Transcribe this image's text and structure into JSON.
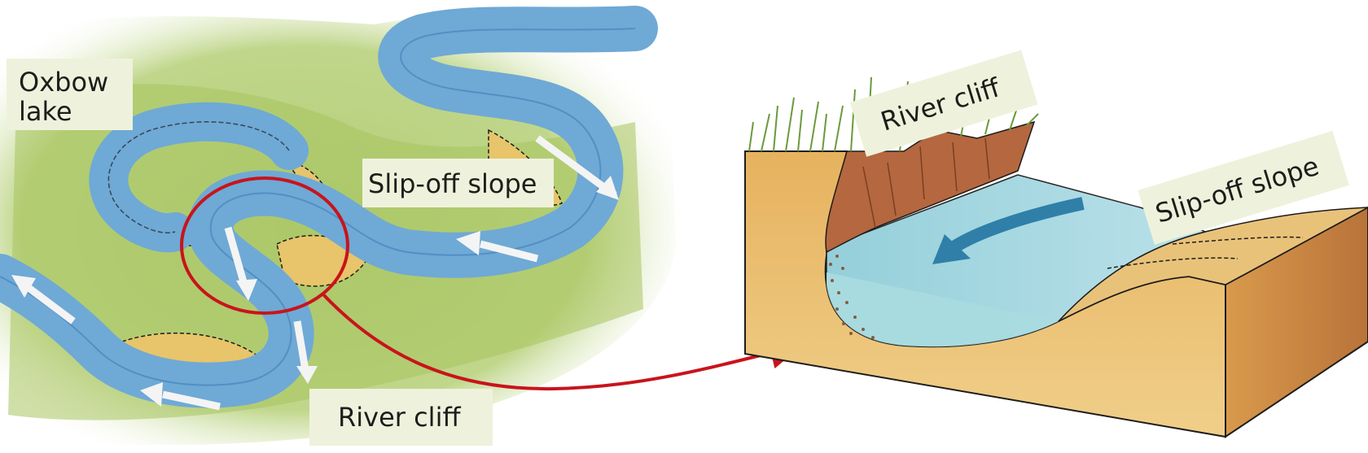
{
  "labels": {
    "oxbow_line1": "Oxbow",
    "oxbow_line2": "lake",
    "map_slip_off": "Slip-off slope",
    "map_river_cliff": "River cliff",
    "block_river_cliff": "River cliff",
    "block_slip_off": "Slip-off slope"
  },
  "colors": {
    "river": "#6fa9d6",
    "river_dark": "#3f7fb8",
    "grass": "#9cbf5a",
    "sand": "#e8c46a",
    "soil": "#b5673f",
    "ground": "#e9c27a",
    "water_block": "#9fd0d8",
    "highlight": "#c8141b",
    "label_bg": "#eef2dc",
    "flow_arrow": "#f4f4f4",
    "block_arrow": "#2f7fa8"
  },
  "icons": {
    "flow": "flow-arrow-icon",
    "connector": "connector-arrow-icon",
    "current": "current-arrow-icon"
  }
}
